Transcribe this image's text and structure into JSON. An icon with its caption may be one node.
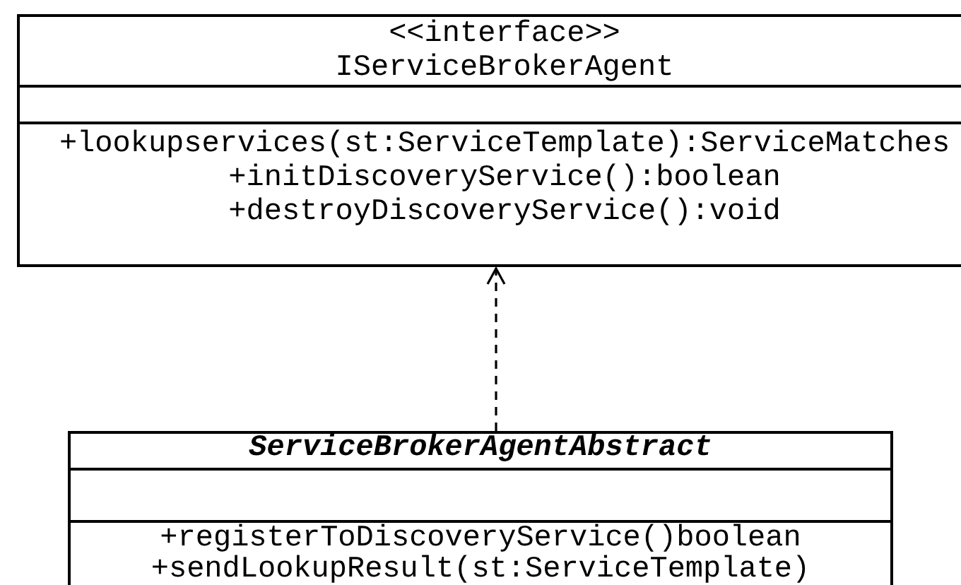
{
  "diagram": {
    "nodes": [
      {
        "text": [
          "<<interface>>",
          "IServiceBrokerAgent",
          "+lookupservices(st:ServiceTemplate):ServiceMatches",
          "+initDiscoveryService():boolean",
          "+destroyDiscoveryService():void"
        ]
      },
      {
        "text": [
          "ServiceBrokerAgentAbstract",
          "+registerToDiscoveryService()boolean",
          "+sendLookupResult(st:ServiceTemplate)"
        ]
      }
    ],
    "edges": [
      {
        "from": 1,
        "to": 0,
        "arrow": "to",
        "style": "dashed"
      }
    ]
  }
}
